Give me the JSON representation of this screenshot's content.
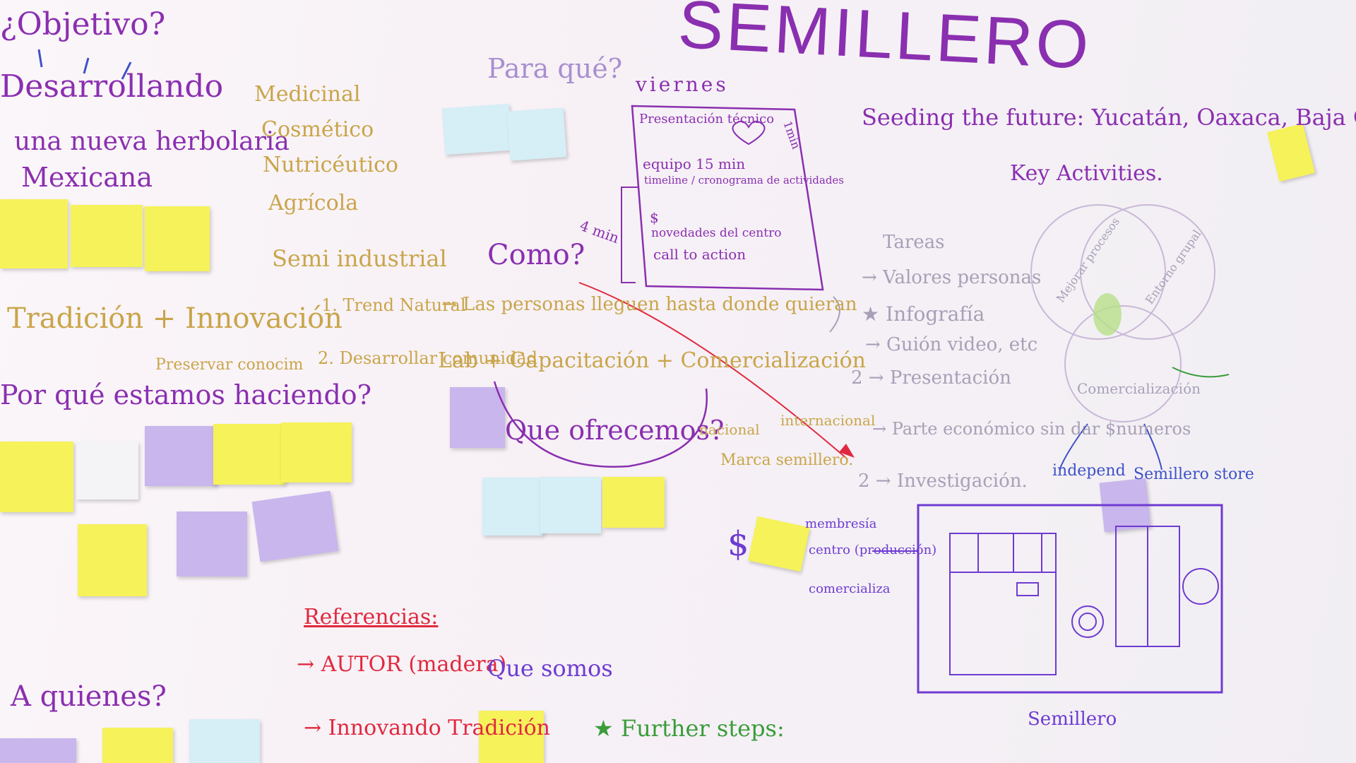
{
  "board": {
    "title": "SEMILLERO",
    "objetivo": "¿Objetivo?",
    "desarrollando": "Desarrollando",
    "nueva_herbolaria": "una nueva herbolaria",
    "mexicana": "Mexicana",
    "uses": [
      "Medicinal",
      "Cosmético",
      "Nutricéutico",
      "Agrícola",
      "Semi industrial"
    ],
    "para_que": "Para qué?",
    "viernes": "viernes",
    "viernes_items": [
      "Presentación técnico",
      "equipo 15 min",
      "timeline / cronograma de actividades",
      "$",
      "novedades del centro",
      "call to action"
    ],
    "tiempo": "4 min",
    "tiempo_alt": "1min",
    "como": "Como?",
    "tradicion": "Tradición + Innovación",
    "trend_1": "1. Trend Natural",
    "las_personas": "→ Las personas lleguen hasta donde quieran",
    "preservar": "Preservar conocim",
    "desarrollar": "2. Desarrollar comunidad",
    "lab": "Lab + Capacitación + Comercialización",
    "por_que": "Por qué estamos haciendo?",
    "que_ofrecemos": "Que ofrecemos?",
    "nacional": "nacional",
    "internacional": "internacional",
    "marca": "Marca semillero.",
    "seeding": "Seeding the future: Yucatán, Oaxaca, Baja C",
    "key_activities": "Key Activities.",
    "tareas_title": "Tareas",
    "tareas": [
      "→ Valores personas",
      "★ Infografía",
      "→ Guión video, etc",
      "2 → Presentación",
      "→ Parte económico sin dar $numeros",
      "2 → Investigación."
    ],
    "venn": [
      "Mejorar procesos",
      "Entorno grupal",
      "Comercialización"
    ],
    "independ": "independ",
    "store": "Semillero store",
    "semillero_label": "Semillero",
    "money": [
      "membresía",
      "centro (producción)",
      "comercializa"
    ],
    "referencias": "Referencias:",
    "autor": "→ AUTOR (madera)",
    "innovando": "→ Innovando Tradición",
    "que_somos": "Que somos",
    "a_quienes": "A quienes?",
    "further": "★ Further steps:"
  },
  "colors": {
    "board_bg": "#f7f1f6",
    "purple_marker": "#8a2fb0",
    "orange_marker": "#c9a54a",
    "red_marker": "#e0293f",
    "green_marker": "#3a9c3a",
    "sticky_yellow": "#f6f25a",
    "sticky_lavender": "#c9b6ec",
    "sticky_blue": "#d6eef6"
  }
}
